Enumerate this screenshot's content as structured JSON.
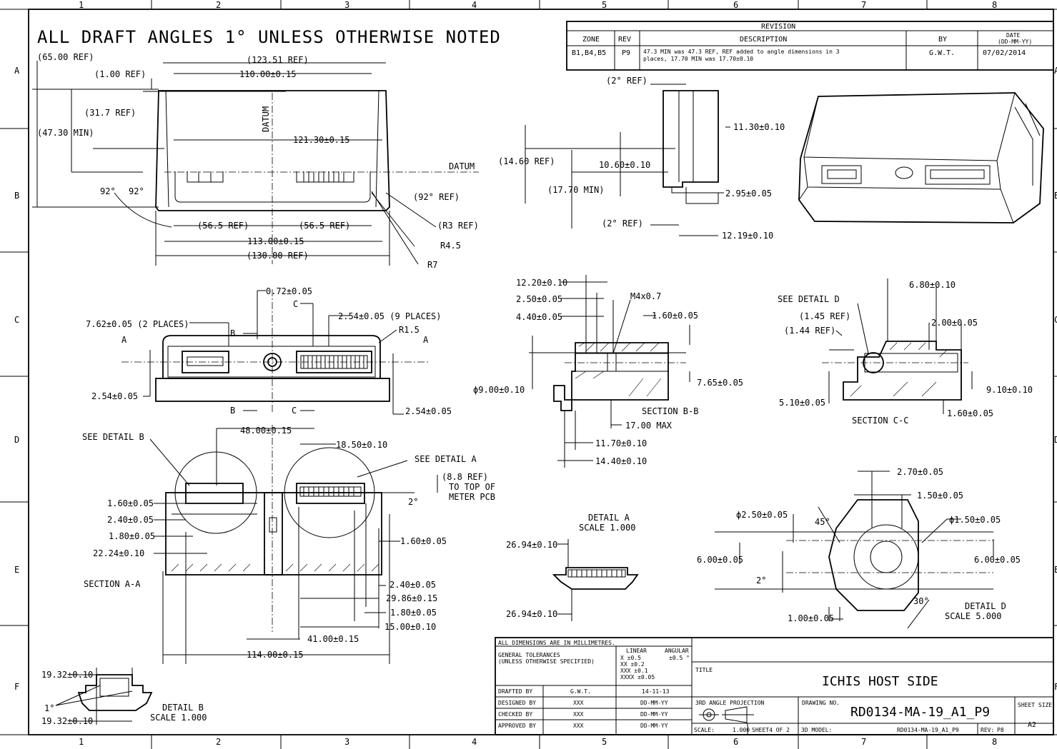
{
  "zones": {
    "columns": [
      "1",
      "2",
      "3",
      "4",
      "5",
      "6",
      "7",
      "8"
    ],
    "rows": [
      "A",
      "B",
      "C",
      "D",
      "E",
      "F"
    ]
  },
  "header_note": "ALL DRAFT ANGLES 1° UNLESS OTHERWISE NOTED",
  "revision": {
    "title": "REVISION",
    "col_zone": "ZONE",
    "col_rev": "REV",
    "col_desc": "DESCRIPTION",
    "col_by": "BY",
    "col_date": "DATE",
    "col_date_fmt": "(DD-MM-YY)",
    "zone": "B1,B4,B5",
    "rev": "P9",
    "desc_line1": "47.3 MIN was 47.3 REF, REF added to angle dimensions in 3",
    "desc_line2": "places, 17.70 MIN was 17.70±0.10",
    "by": "G.W.T.",
    "date": "07/02/2014"
  },
  "front_view": {
    "dims": [
      "(65.00 REF)",
      "(123.51 REF)",
      "110.00±0.15",
      "(1.00 REF)",
      "(31.7 REF)",
      "(47.30 MIN)",
      "121.30±0.15",
      "DATUM",
      "DATUM",
      "92°",
      "92°",
      "(92° REF)",
      "(56.5 REF)",
      "(56.5 REF)",
      "(R3 REF)",
      "113.00±0.15",
      "R4.5",
      "(130.00 REF)",
      "R7"
    ]
  },
  "side_view": {
    "dims": [
      "(2° REF)",
      "11.30±0.10",
      "(14.60 REF)",
      "10.60±0.10",
      "(17.70 MIN)",
      "2.95±0.05",
      "(2° REF)",
      "12.19±0.10"
    ]
  },
  "end_view": {
    "dims": [
      "0.72±0.05",
      "C",
      "2.54±0.05 (9 PLACES)",
      "7.62±0.05 (2 PLACES)",
      "R1.5",
      "B",
      "A",
      "A",
      "2.54±0.05",
      "B",
      "C",
      "2.54±0.05"
    ]
  },
  "section_bb": {
    "title": "SECTION B-B",
    "dims": [
      "12.20±0.10",
      "2.50±0.05",
      "M4x0.7",
      "4.40±0.05",
      "1.60±0.05",
      "ϕ9.00±0.10",
      "7.65±0.05",
      "17.00 MAX",
      "11.70±0.10",
      "14.40±0.10"
    ]
  },
  "section_cc": {
    "title": "SECTION C-C",
    "dims": [
      "6.80±0.10",
      "SEE DETAIL D",
      "(1.45 REF)",
      "2.00±0.05",
      "(1.44 REF)",
      "9.10±0.10",
      "5.10±0.05",
      "1.60±0.05"
    ]
  },
  "section_aa": {
    "title": "SECTION A-A",
    "dims": [
      "48.00±0.15",
      "SEE DETAIL B",
      "18.50±0.10",
      "SEE DETAIL A",
      "(8.8 REF)",
      "TO TOP OF",
      "METER PCB",
      "2°",
      "1.60±0.05",
      "2.40±0.05",
      "1.80±0.05",
      "22.24±0.10",
      "1.60±0.05",
      "2.40±0.05",
      "29.86±0.15",
      "1.80±0.05",
      "15.00±0.10",
      "41.00±0.15",
      "114.00±0.15"
    ]
  },
  "detail_a": {
    "title": "DETAIL A",
    "scale": "SCALE 1.000",
    "dims": [
      "26.94±0.10",
      "26.94±0.10"
    ]
  },
  "detail_b": {
    "title": "DETAIL B",
    "scale": "SCALE 1.000",
    "dims": [
      "19.32±0.10",
      "1°",
      "19.32±0.10"
    ]
  },
  "detail_d": {
    "title": "DETAIL D",
    "scale": "SCALE 5.000",
    "dims": [
      "2.70±0.05",
      "1.50±0.05",
      "ϕ2.50±0.05",
      "45°",
      "ϕ1.50±0.05",
      "6.00±0.05",
      "6.00±0.05",
      "2°",
      "30°",
      "1.00±0.05"
    ]
  },
  "title_block": {
    "units": "ALL DIMENSIONS ARE IN MILLIMETRES.",
    "tol_label1": "GENERAL TOLERANCES",
    "tol_label2": "(UNLESS OTHERWISE SPECIFIED)",
    "linear_label": "LINEAR",
    "angular_label": "ANGULAR",
    "tol_x": "X ±0.5",
    "tol_xx": "XX ±0.2",
    "tol_xxx": "XXX ±0.1",
    "tol_xxxx": "XXXX ±0.05",
    "tol_ang": "±0.5 °",
    "rows": [
      {
        "role": "DRAFTED BY",
        "who": "G.W.T.",
        "date": "14-11-13"
      },
      {
        "role": "DESIGNED BY",
        "who": "XXX",
        "date": "DD-MM-YY"
      },
      {
        "role": "CHECKED BY",
        "who": "XXX",
        "date": "DD-MM-YY"
      },
      {
        "role": "APPROVED BY",
        "who": "XXX",
        "date": "DD-MM-YY"
      }
    ],
    "title_label": "TITLE",
    "title": "ICHIS HOST SIDE",
    "projection": "3RD ANGLE PROJECTION",
    "drawing_no_label": "DRAWING NO.",
    "drawing_no": "RD0134-MA-19_A1_P9",
    "sheet_size_label": "SHEET SIZE",
    "sheet_size": "A2",
    "scale_label": "SCALE:",
    "scale": "1.000",
    "sheet": "SHEET4 OF 2",
    "model_label": "3D MODEL:",
    "model": "RD0134-MA-19_A1_P9",
    "rev_label": "REV:",
    "rev": "P8"
  }
}
